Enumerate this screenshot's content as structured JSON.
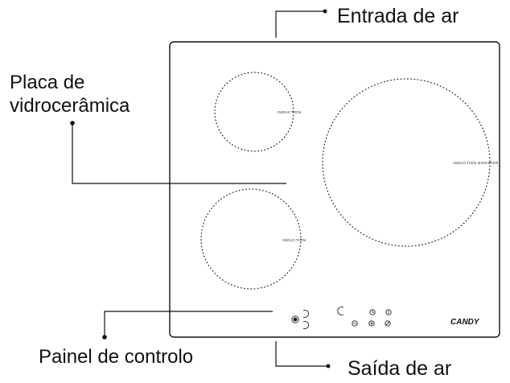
{
  "labels": {
    "air_inlet": "Entrada de ar",
    "glass_plate": "Placa de\nvidrocerâmica",
    "control_panel": "Painel de controlo",
    "air_outlet": "Saída de ar"
  },
  "zones": {
    "top_left": "INDUCTION",
    "bottom_left": "INDUCTION",
    "right": "INDUCTION BOOSTER"
  },
  "brand": "CANDY",
  "colors": {
    "line": "#111111",
    "background": "#ffffff"
  }
}
